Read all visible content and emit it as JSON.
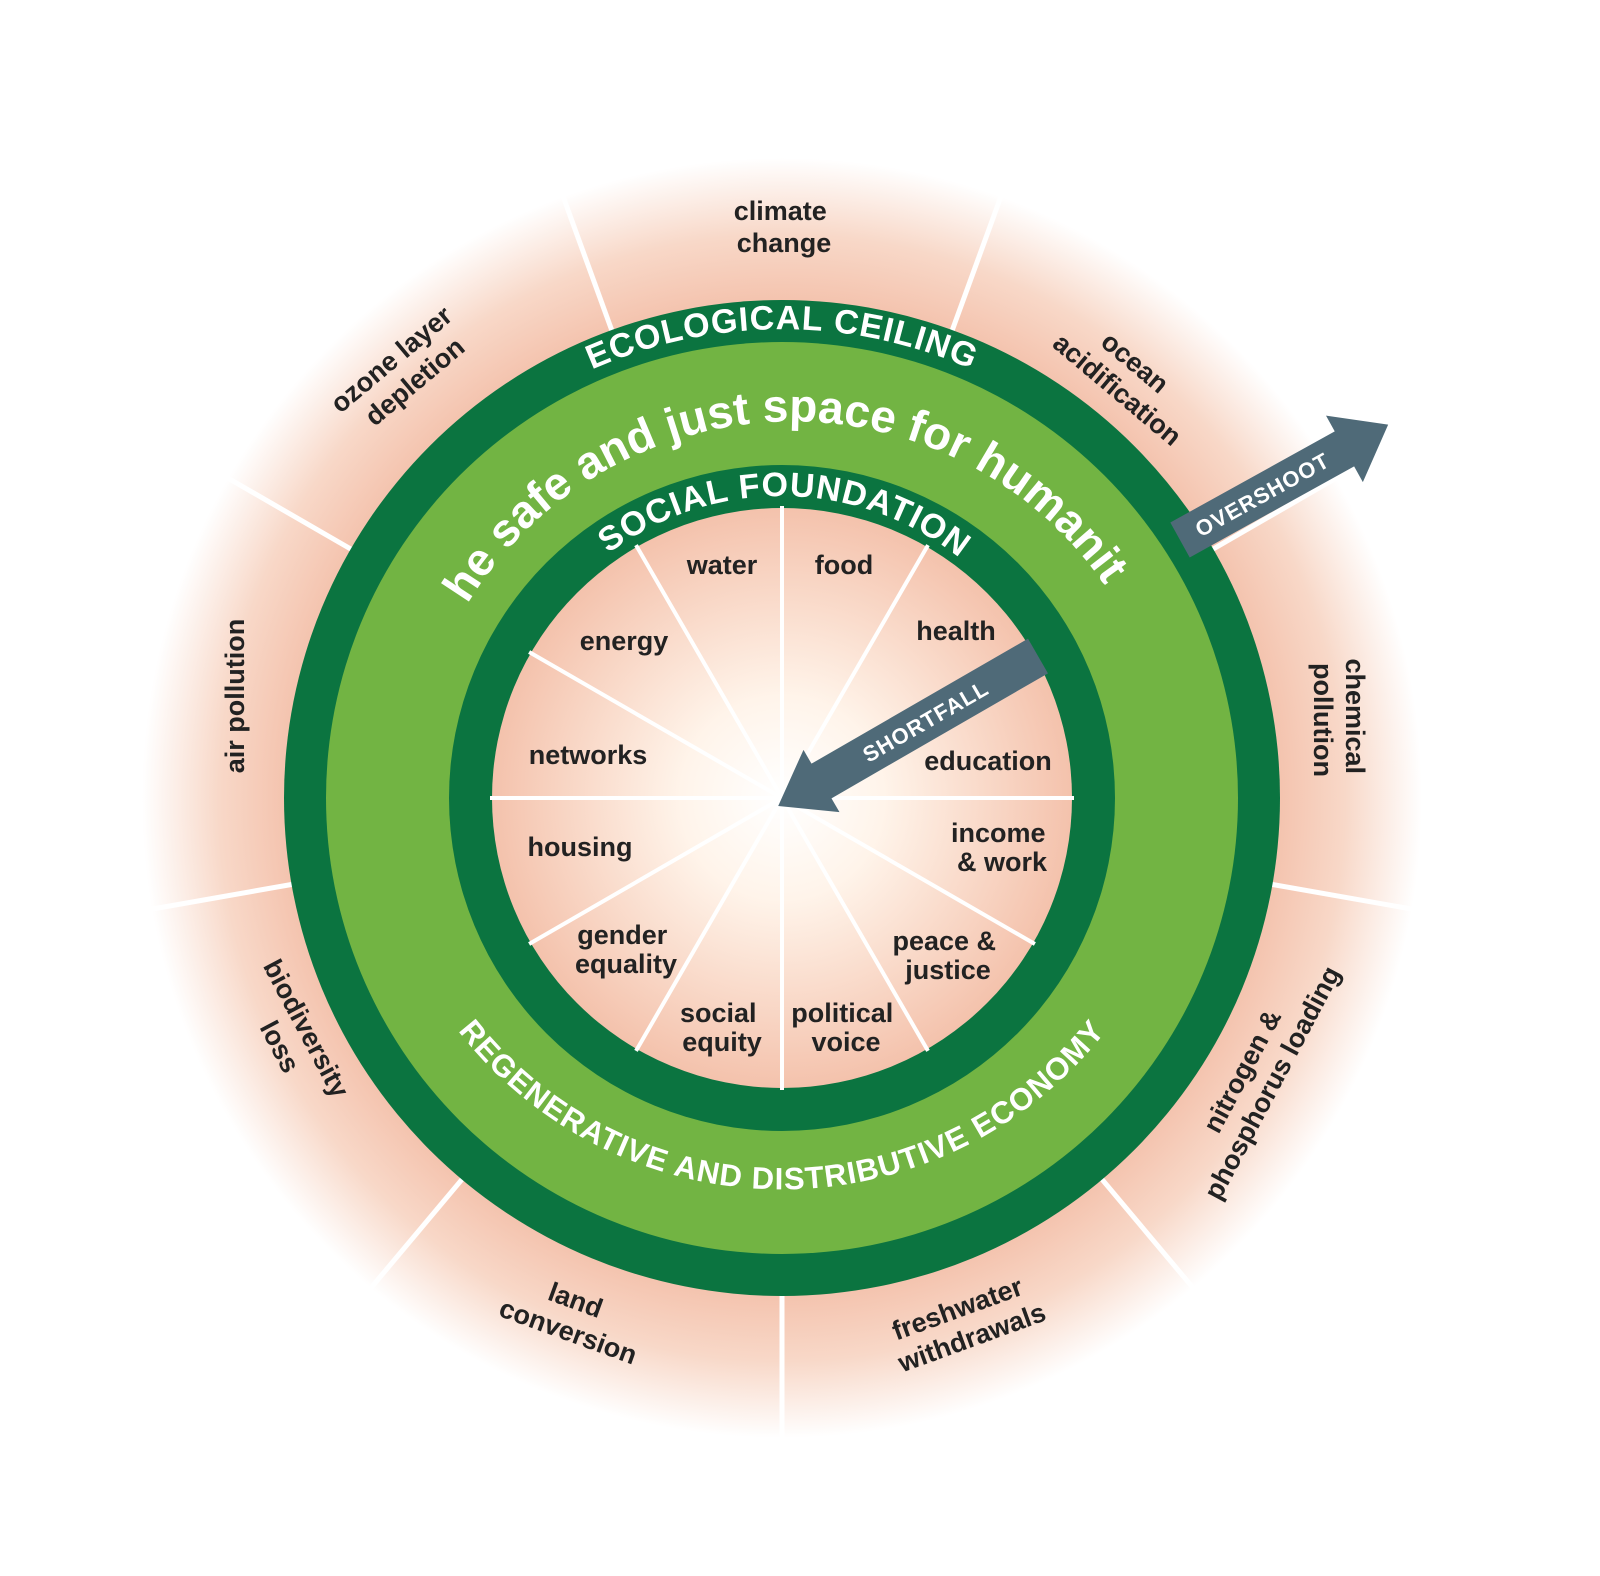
{
  "colors": {
    "outer_glow": "#f2b8a0",
    "dark_green": "#0b7440",
    "light_green": "#72b443",
    "arrow": "#4f6a78",
    "divider": "#ffffff",
    "label": "#222222"
  },
  "rings": {
    "ecological_ceiling": "ECOLOGICAL CEILING",
    "safe_space": "the safe and just space for humanity",
    "social_foundation": "SOCIAL FOUNDATION",
    "economy": "REGENERATIVE AND DISTRIBUTIVE ECONOMY"
  },
  "arrows": {
    "overshoot": "OVERSHOOT",
    "shortfall": "SHORTFALL"
  },
  "ecological_dimensions": [
    [
      "climate",
      "change"
    ],
    [
      "ocean",
      "acidification"
    ],
    [
      "chemical",
      "pollution"
    ],
    [
      "nitrogen &",
      "phosphorus loading"
    ],
    [
      "freshwater",
      "withdrawals"
    ],
    [
      "land",
      "conversion"
    ],
    [
      "biodiversity",
      "loss"
    ],
    [
      "air pollution"
    ],
    [
      "ozone layer",
      "depletion"
    ]
  ],
  "social_dimensions": [
    [
      "food"
    ],
    [
      "health"
    ],
    [
      "education"
    ],
    [
      "income",
      "& work"
    ],
    [
      "peace &",
      "justice"
    ],
    [
      "political",
      "voice"
    ],
    [
      "social",
      "equity"
    ],
    [
      "gender",
      "equality"
    ],
    [
      "housing"
    ],
    [
      "networks"
    ],
    [
      "energy"
    ],
    [
      "water"
    ]
  ]
}
